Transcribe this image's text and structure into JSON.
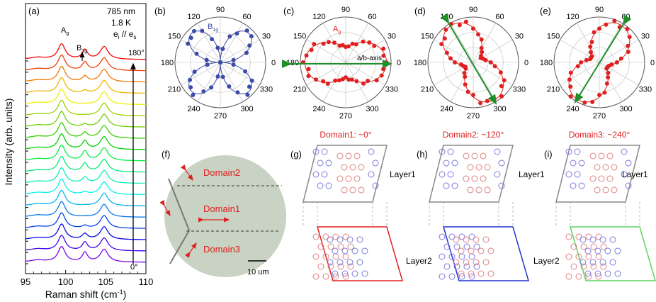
{
  "panel_labels": {
    "a": "(a)",
    "b": "(b)",
    "c": "(c)",
    "d": "(d)",
    "e": "(e)",
    "f": "(f)",
    "g": "(g)",
    "h": "(h)",
    "i": "(i)"
  },
  "raman": {
    "ylabel": "Intensity (arb. units)",
    "xlabel": "Raman shift (cm",
    "xlabel_sup": "-1",
    "xlabel_end": ")",
    "xticks": [
      "95",
      "100",
      "105",
      "110"
    ],
    "legend": [
      "785 nm",
      "1.8 K",
      "e"
    ],
    "legend_pol": {
      "i": "i",
      "mid": " // e",
      "s": "s"
    },
    "peak_ag": "A",
    "peak_ag_sub": "g",
    "peak_b1g": "B",
    "peak_b1g_sub": "1g",
    "angle_top": "180°",
    "angle_bottom": "0°"
  },
  "polar_angles": [
    "90",
    "60",
    "30",
    "0",
    "330",
    "300",
    "270",
    "240",
    "210",
    "180",
    "150",
    "120"
  ],
  "polar_b": {
    "label": "B",
    "label_sub": "1g"
  },
  "polar_c": {
    "label": "A",
    "label_sub": "g",
    "axis_label": "a/b-axis"
  },
  "domain_titles": [
    "Domain1: ~0°",
    "Domain2: ~120°",
    "Domain3: ~240°"
  ],
  "panel_f": {
    "domain1": "Domain1",
    "domain2": "Domain2",
    "domain3": "Domain3",
    "scale": "10 um"
  },
  "layers": {
    "layer1": "Layer1",
    "layer2": "Layer2"
  },
  "colors": {
    "blue": "#3b4ba8",
    "red": "#e02020",
    "green": "#1f8f2a",
    "gray": "#888888",
    "disk": "#c8d3c3",
    "lightgreen": "#5fd35f"
  },
  "chart_data": {
    "type": "line",
    "xlabel": "Raman shift (cm-1)",
    "ylabel": "Intensity (arb. units)",
    "xlim": [
      95,
      110
    ],
    "xticks": [
      95,
      100,
      105,
      110
    ],
    "peaks": {
      "Ag": 99.5,
      "B1g": 102.4,
      "third": 104.8
    },
    "angles_deg": [
      0,
      180
    ],
    "n_spectra": 19
  }
}
